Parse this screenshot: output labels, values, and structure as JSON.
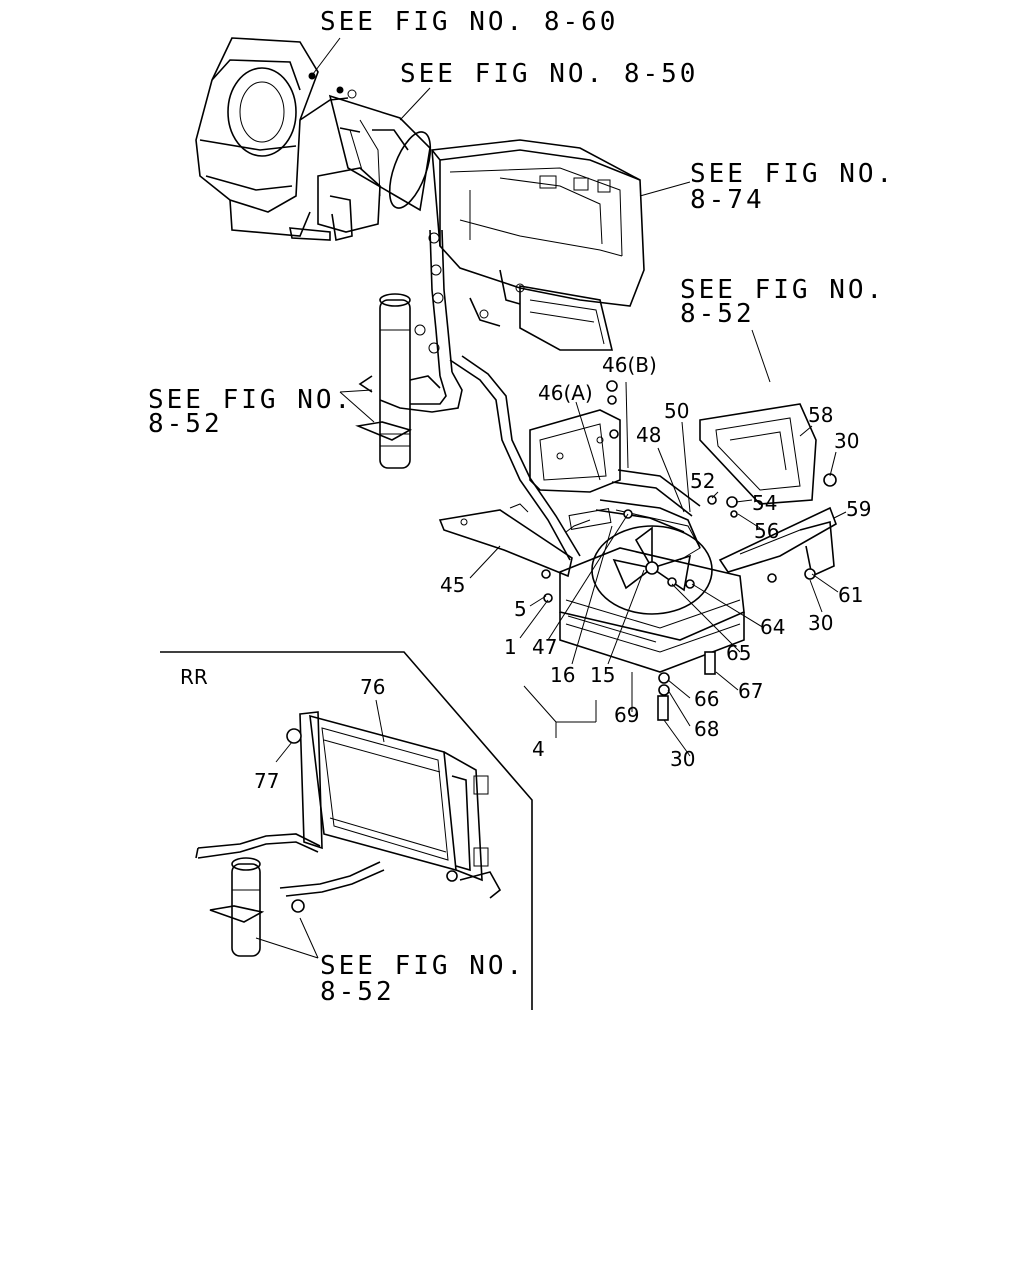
{
  "references": {
    "fig_8_60": "SEE FIG NO. 8-60",
    "fig_8_50": "SEE FIG NO. 8-50",
    "fig_8_74_line1": "SEE FIG NO.",
    "fig_8_74_line2": "8-74",
    "fig_8_52_top_line1": "SEE FIG NO.",
    "fig_8_52_top_line2": "8-52",
    "fig_8_52_left_line1": "SEE FIG NO.",
    "fig_8_52_left_line2": "8-52",
    "fig_8_52_bottom_line1": "SEE FIG NO.",
    "fig_8_52_bottom_line2": "8-52"
  },
  "inset": {
    "label": "RR"
  },
  "callouts": {
    "c46b": "46(B)",
    "c46a": "46(A)",
    "c50": "50",
    "c48": "48",
    "c58": "58",
    "c30a": "30",
    "c52": "52",
    "c54": "54",
    "c56": "56",
    "c59": "59",
    "c45": "45",
    "c61": "61",
    "c30b": "30",
    "c5": "5",
    "c64": "64",
    "c1": "1",
    "c47": "47",
    "c65": "65",
    "c16": "16",
    "c15": "15",
    "c66": "66",
    "c67": "67",
    "c69": "69",
    "c68": "68",
    "c4": "4",
    "c30c": "30",
    "c76": "76",
    "c77": "77"
  }
}
